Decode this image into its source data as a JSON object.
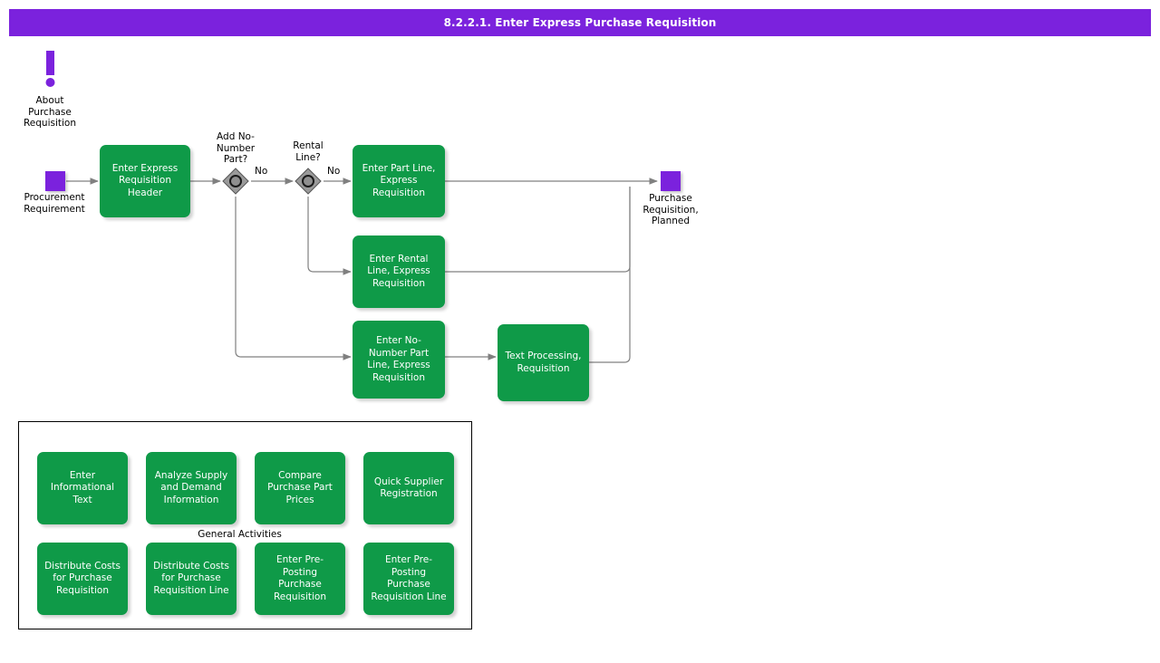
{
  "header": {
    "title": "8.2.2.1. Enter Express Purchase Requisition",
    "bg_color": "#7B22DD",
    "text_color": "#FFFFFF"
  },
  "colors": {
    "task_green": "#0F9A48",
    "event_purple": "#7B22DD",
    "gateway_gray": "#9A9A9A",
    "connector_gray": "#808080",
    "canvas_white": "#FFFFFF"
  },
  "info_marker": {
    "icon": "exclamation-icon",
    "label": "About\nPurchase\nRequisition"
  },
  "events": [
    {
      "id": "start",
      "name": "procurement-requirement",
      "label": "Procurement\nRequirement",
      "type": "start-event"
    },
    {
      "id": "end",
      "name": "purchase-requisition-planned",
      "label": "Purchase\nRequisition,\nPlanned",
      "type": "end-event"
    }
  ],
  "gateways": [
    {
      "id": "gw1",
      "name": "add-no-number-part-gateway",
      "label": "Add No-\nNumber\nPart?",
      "out_label": "No"
    },
    {
      "id": "gw2",
      "name": "rental-line-gateway",
      "label": "Rental\nLine?",
      "out_label": "No"
    }
  ],
  "tasks": [
    {
      "id": "t1",
      "name": "enter-express-requisition-header",
      "label": "Enter Express\nRequisition\nHeader"
    },
    {
      "id": "t2",
      "name": "enter-part-line-express-requisition",
      "label": "Enter Part Line,\nExpress\nRequisition"
    },
    {
      "id": "t3",
      "name": "enter-rental-line-express-requisition",
      "label": "Enter Rental\nLine, Express\nRequisition"
    },
    {
      "id": "t4",
      "name": "enter-no-number-part-line-express-requisition",
      "label": "Enter No-\nNumber Part\nLine, Express\nRequisition"
    },
    {
      "id": "t5",
      "name": "text-processing-requisition",
      "label": "Text Processing,\nRequisition"
    }
  ],
  "general_activities": {
    "caption": "General Activities",
    "items": [
      {
        "id": "g1",
        "name": "enter-informational-text",
        "label": "Enter\nInformational\nText"
      },
      {
        "id": "g2",
        "name": "analyze-supply-and-demand-information",
        "label": "Analyze Supply\nand Demand\nInformation"
      },
      {
        "id": "g3",
        "name": "compare-purchase-part-prices",
        "label": "Compare\nPurchase Part\nPrices"
      },
      {
        "id": "g4",
        "name": "quick-supplier-registration",
        "label": "Quick Supplier\nRegistration"
      },
      {
        "id": "g5",
        "name": "distribute-costs-for-purchase-requisition",
        "label": "Distribute Costs\nfor Purchase\nRequisition"
      },
      {
        "id": "g6",
        "name": "distribute-costs-for-purchase-requisition-line",
        "label": "Distribute Costs\nfor Purchase\nRequisition Line"
      },
      {
        "id": "g7",
        "name": "enter-pre-posting-purchase-requisition",
        "label": "Enter Pre-\nPosting\nPurchase\nRequisition"
      },
      {
        "id": "g8",
        "name": "enter-pre-posting-purchase-requisition-line",
        "label": "Enter Pre-\nPosting\nPurchase\nRequisition Line"
      }
    ]
  }
}
